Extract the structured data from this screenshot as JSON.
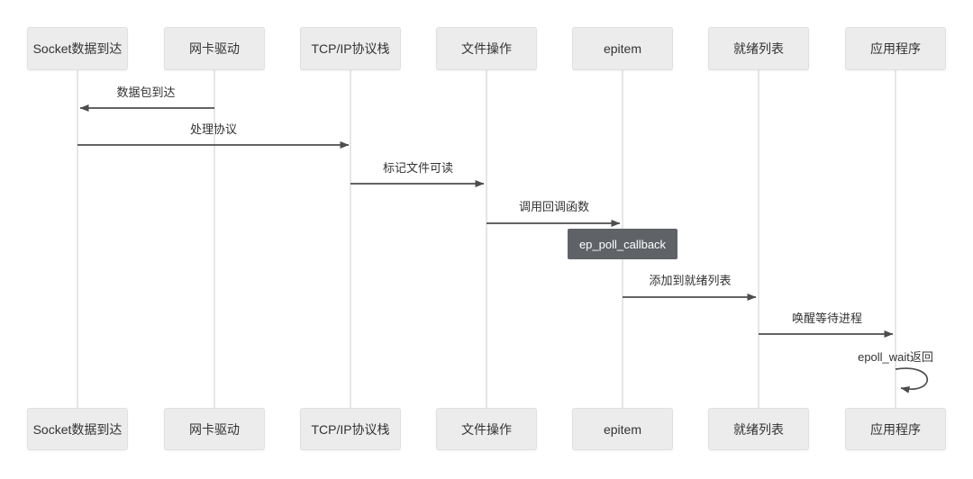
{
  "diagram": {
    "type": "sequence-diagram",
    "actors": [
      {
        "label": "Socket数据到达"
      },
      {
        "label": "网卡驱动"
      },
      {
        "label": "TCP/IP协议栈"
      },
      {
        "label": "文件操作"
      },
      {
        "label": "epitem"
      },
      {
        "label": "就绪列表"
      },
      {
        "label": "应用程序"
      }
    ],
    "messages": [
      {
        "label": "数据包到达",
        "from": "网卡驱动",
        "to": "Socket数据到达",
        "direction": "left"
      },
      {
        "label": "处理协议",
        "from": "Socket数据到达",
        "to": "TCP/IP协议栈",
        "direction": "right"
      },
      {
        "label": "标记文件可读",
        "from": "TCP/IP协议栈",
        "to": "文件操作",
        "direction": "right"
      },
      {
        "label": "调用回调函数",
        "from": "文件操作",
        "to": "epitem",
        "direction": "right"
      },
      {
        "label": "添加到就绪列表",
        "from": "epitem",
        "to": "就绪列表",
        "direction": "right"
      },
      {
        "label": "唤醒等待进程",
        "from": "就绪列表",
        "to": "应用程序",
        "direction": "right"
      },
      {
        "label": "epoll_wait返回",
        "from": "应用程序",
        "to": "应用程序",
        "direction": "self"
      }
    ],
    "note": {
      "label": "ep_poll_callback",
      "on": "epitem"
    },
    "colors": {
      "background": "#ffffff",
      "actor_fill": "#ececec",
      "actor_border": "#e0e0e0",
      "actor_text": "#333333",
      "lifeline": "#cccccc",
      "arrow": "#4d4d4d",
      "message_text": "#333333",
      "note_fill": "#5f6368",
      "note_text": "#ffffff"
    }
  }
}
